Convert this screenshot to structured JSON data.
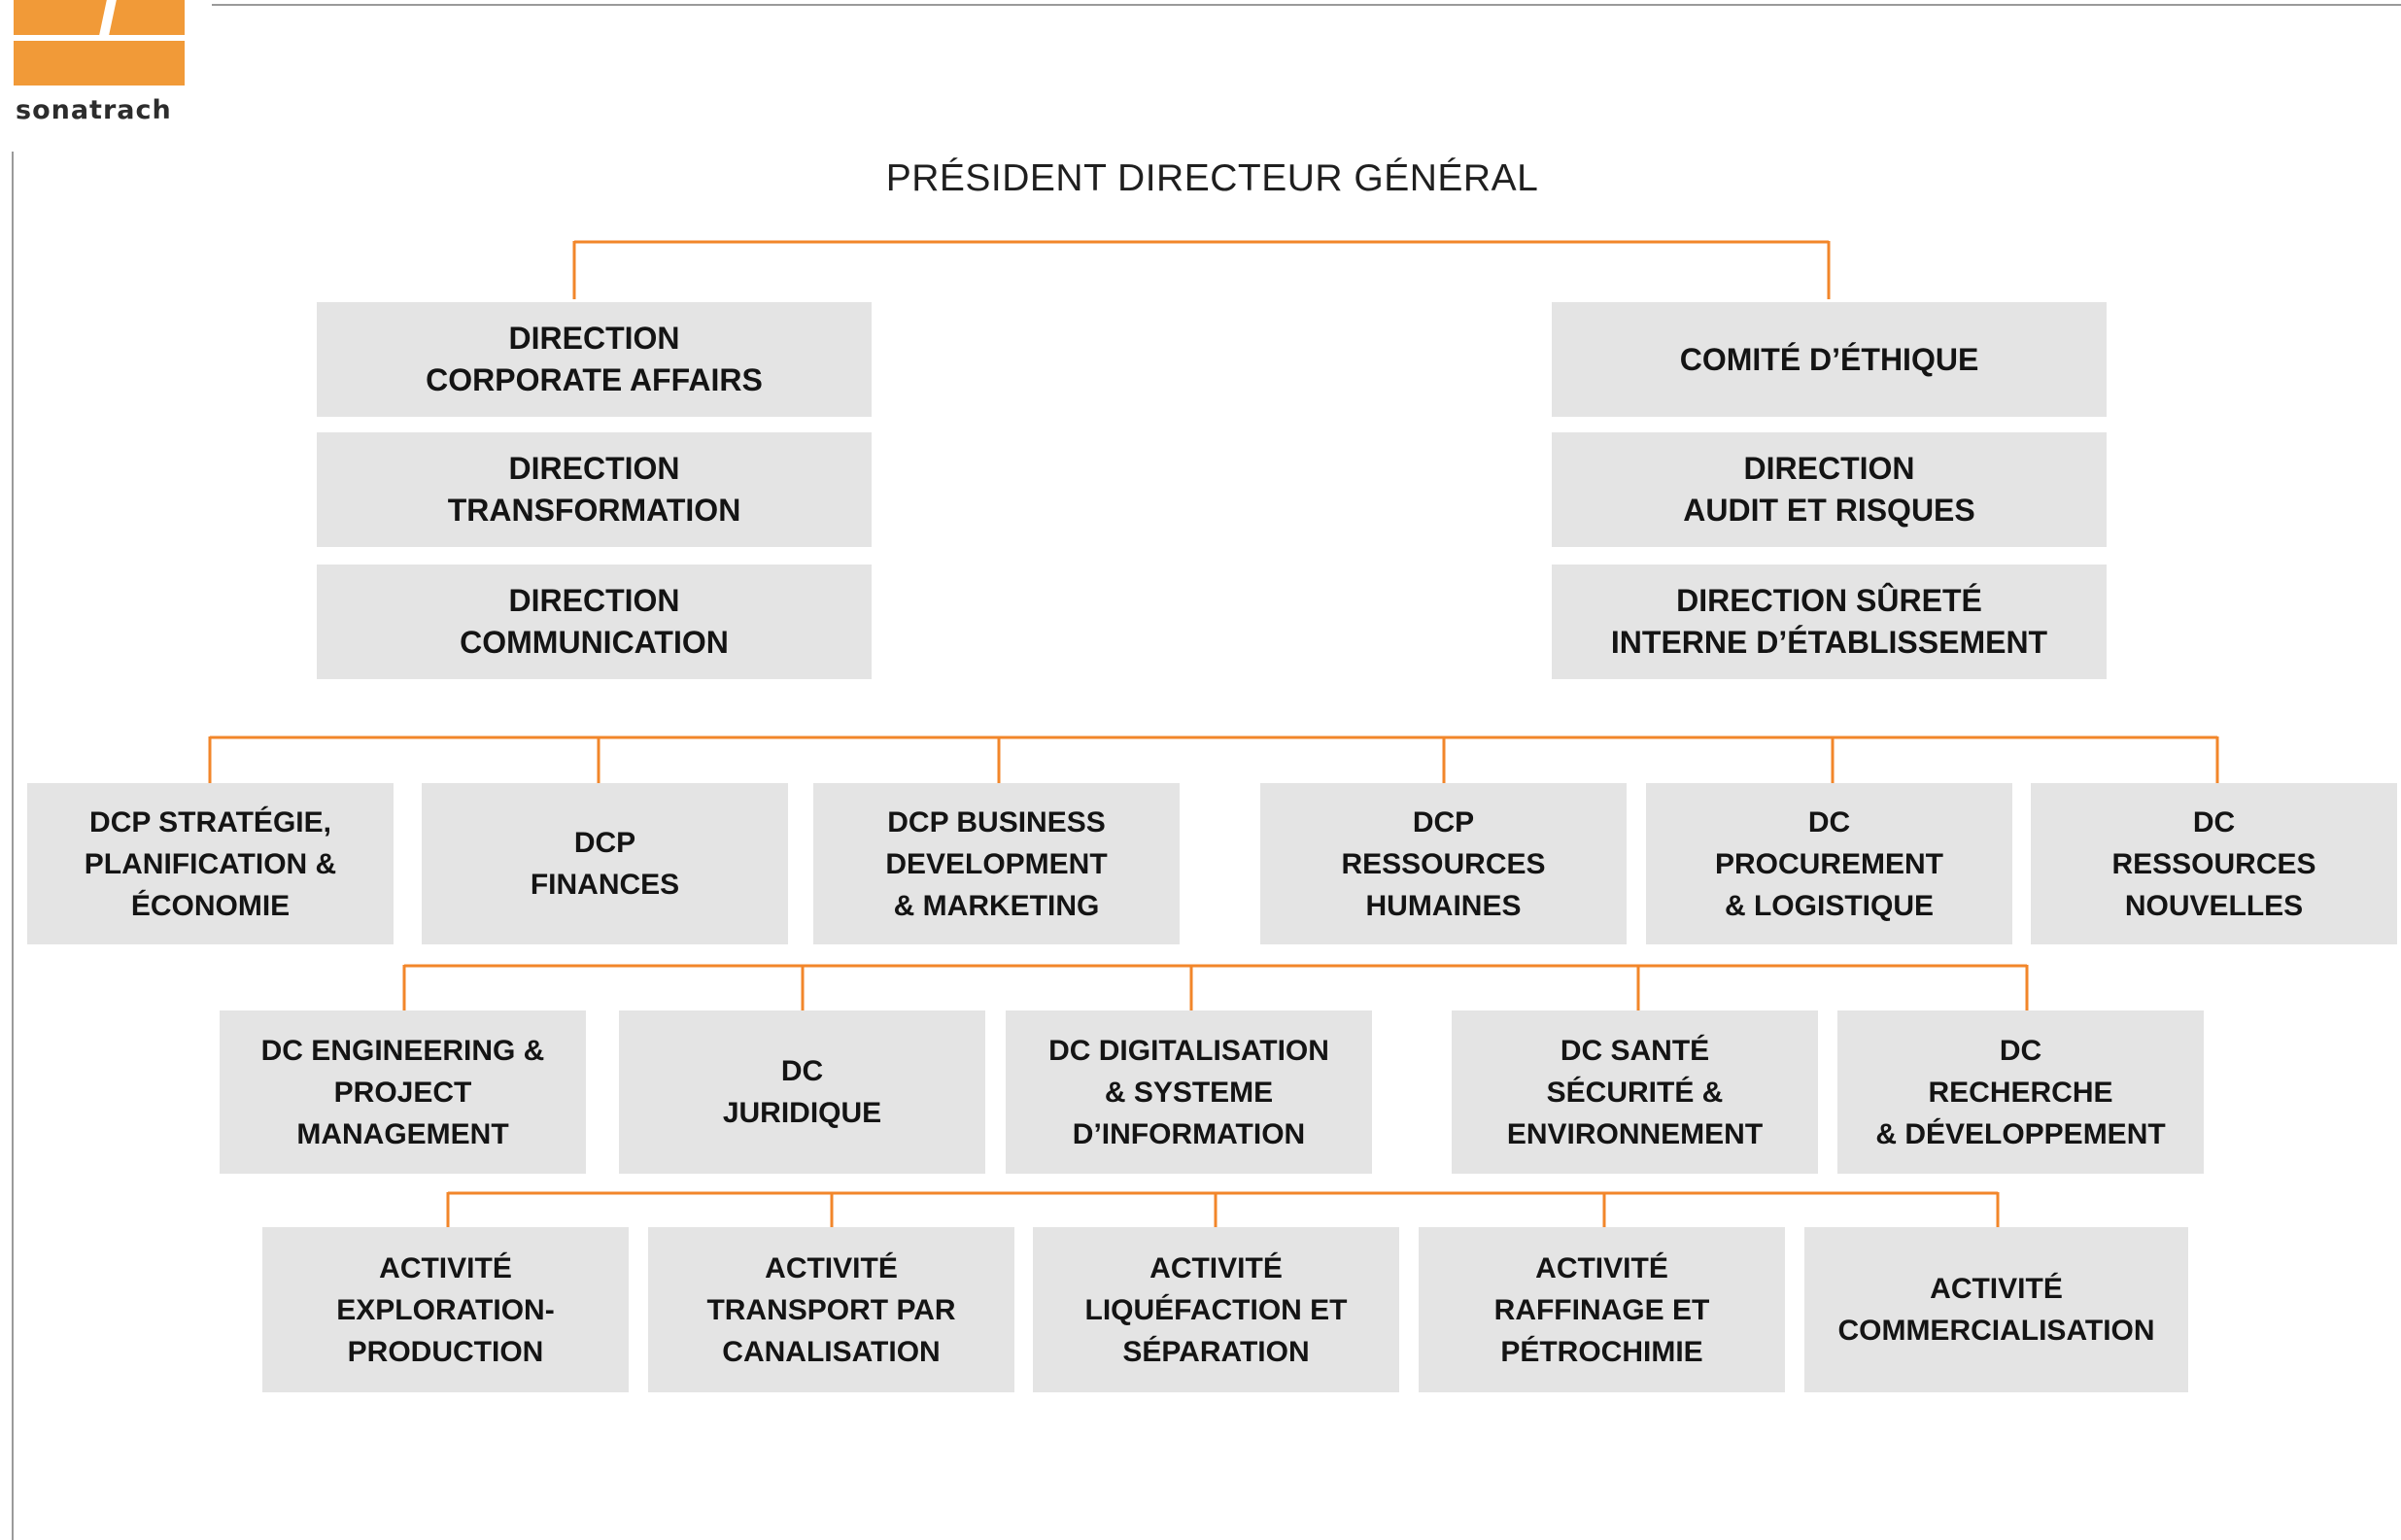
{
  "logo": {
    "wordmark": "sonatrach",
    "brand_color": "#f19a38"
  },
  "title": "PRÉSIDENT DIRECTEUR GÉNÉRAL",
  "colors": {
    "connector": "#f2862a",
    "box": "#e4e4e4",
    "text": "#141414"
  },
  "left_column": [
    {
      "lines": [
        "DIRECTION",
        "CORPORATE AFFAIRS"
      ]
    },
    {
      "lines": [
        "DIRECTION",
        "TRANSFORMATION"
      ]
    },
    {
      "lines": [
        "DIRECTION",
        "COMMUNICATION"
      ]
    }
  ],
  "right_column": [
    {
      "lines": [
        "COMITÉ D’ÉTHIQUE"
      ]
    },
    {
      "lines": [
        "DIRECTION",
        "AUDIT ET RISQUES"
      ]
    },
    {
      "lines": [
        "DIRECTION SÛRETÉ",
        "INTERNE D’ÉTABLISSEMENT"
      ]
    }
  ],
  "row1": [
    {
      "lines": [
        "DCP STRATÉGIE,",
        "PLANIFICATION &",
        "ÉCONOMIE"
      ]
    },
    {
      "lines": [
        "DCP",
        "FINANCES"
      ]
    },
    {
      "lines": [
        "DCP BUSINESS",
        "DEVELOPMENT",
        "& MARKETING"
      ]
    },
    {
      "lines": [
        "DCP",
        "RESSOURCES",
        "HUMAINES"
      ]
    },
    {
      "lines": [
        "DC",
        "PROCUREMENT",
        "& LOGISTIQUE"
      ]
    },
    {
      "lines": [
        "DC",
        "RESSOURCES",
        "NOUVELLES"
      ]
    }
  ],
  "row2": [
    {
      "lines": [
        "DC ENGINEERING &",
        "PROJECT",
        "MANAGEMENT"
      ]
    },
    {
      "lines": [
        "DC",
        "JURIDIQUE"
      ]
    },
    {
      "lines": [
        "DC DIGITALISATION",
        "& SYSTEME",
        "D’INFORMATION"
      ]
    },
    {
      "lines": [
        "DC SANTÉ",
        "SÉCURITÉ &",
        "ENVIRONNEMENT"
      ]
    },
    {
      "lines": [
        "DC",
        "RECHERCHE",
        "& DÉVELOPPEMENT"
      ]
    }
  ],
  "row3": [
    {
      "lines": [
        "ACTIVITÉ",
        "EXPLORATION-",
        "PRODUCTION"
      ]
    },
    {
      "lines": [
        "ACTIVITÉ",
        "TRANSPORT PAR",
        "CANALISATION"
      ]
    },
    {
      "lines": [
        "ACTIVITÉ",
        "LIQUÉFACTION ET",
        "SÉPARATION"
      ]
    },
    {
      "lines": [
        "ACTIVITÉ",
        "RAFFINAGE ET",
        "PÉTROCHIMIE"
      ]
    },
    {
      "lines": [
        "ACTIVITÉ",
        "COMMERCIALISATION"
      ]
    }
  ]
}
